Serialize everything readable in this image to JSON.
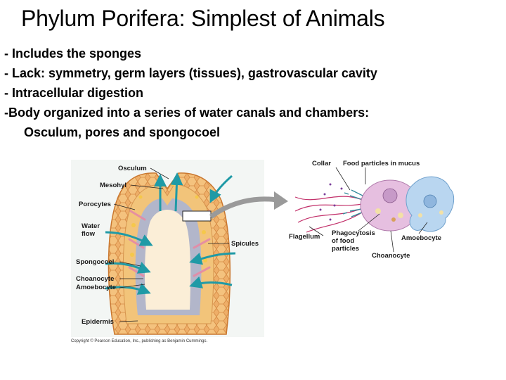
{
  "title": "Phylum Porifera: Simplest of Animals",
  "bullets": [
    "- Includes the sponges",
    "- Lack: symmetry, germ layers (tissues), gastrovascular cavity",
    "- Intracellular digestion",
    "-Body organized into a series of water canals and chambers:",
    "Osculum, pores and spongocoel"
  ],
  "figure": {
    "left_labels": {
      "osculum": "Osculum",
      "mesohyl": "Mesohyl",
      "porocytes": "Porocytes",
      "water_flow_1": "Water",
      "water_flow_2": "flow",
      "spongocoel": "Spongocoel",
      "choanocyte": "Choanocyte",
      "amoebocyte": "Amoebocyte",
      "epidermis": "Epidermis",
      "spicules": "Spicules"
    },
    "right_labels": {
      "collar": "Collar",
      "food_particles": "Food particles in mucus",
      "flagellum": "Flagellum",
      "phagocytosis_1": "Phagocytosis",
      "phagocytosis_2": "of food",
      "phagocytosis_3": "particles",
      "amoebocyte": "Amoebocyte",
      "choanocyte": "Choanocyte"
    },
    "copyright": "Copyright © Pearson Education, Inc., publishing as Benjamin Cummings."
  },
  "colors": {
    "sponge_body": "#e8a460",
    "sponge_wall": "#f2c47a",
    "spongocoel": "#fbeed7",
    "choanocyte_layer": "#a7b4d8",
    "water_arrow": "#1f9aa6",
    "mesohyl_dots": "#f5c84a",
    "cell_blue": "#b9d6f0",
    "cell_pink": "#e6bfe0",
    "pointer_arrow": "#9a9a9a"
  }
}
